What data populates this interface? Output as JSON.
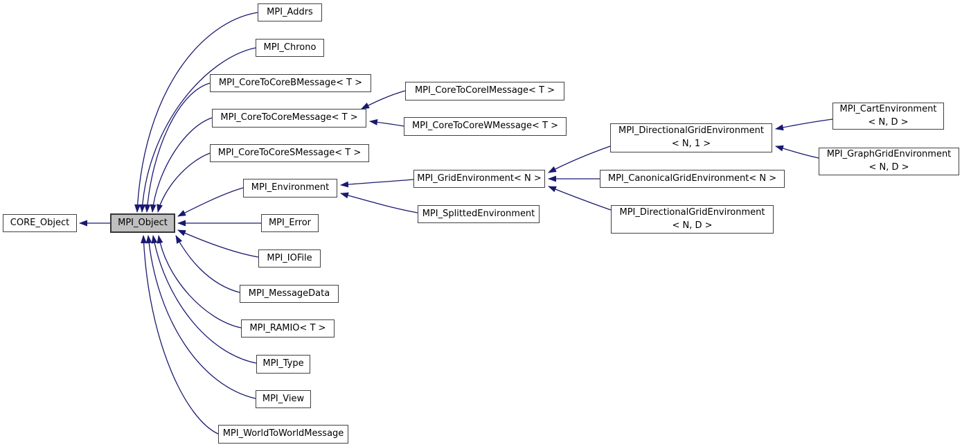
{
  "diagram": {
    "type": "class-inheritance-graph",
    "background_color": "#ffffff",
    "edge_color": "#191970",
    "node_border_color": "#404040",
    "node_fill_color": "#ffffff",
    "highlighted_node_fill_color": "#bfbfbf",
    "text_color": "#000000",
    "nodes": {
      "core_object": {
        "label": "CORE_Object"
      },
      "mpi_object": {
        "label": "MPI_Object",
        "highlighted": true
      },
      "addrs": {
        "label": "MPI_Addrs"
      },
      "chrono": {
        "label": "MPI_Chrono"
      },
      "ctcb": {
        "label": "MPI_CoreToCoreBMessage< T >"
      },
      "ctcm": {
        "label": "MPI_CoreToCoreMessage< T >"
      },
      "ctcs": {
        "label": "MPI_CoreToCoreSMessage< T >"
      },
      "environment": {
        "label": "MPI_Environment"
      },
      "error": {
        "label": "MPI_Error"
      },
      "iofile": {
        "label": "MPI_IOFile"
      },
      "messagedata": {
        "label": "MPI_MessageData"
      },
      "ramio": {
        "label": "MPI_RAMIO< T >"
      },
      "type": {
        "label": "MPI_Type"
      },
      "view": {
        "label": "MPI_View"
      },
      "wtw": {
        "label": "MPI_WorldToWorldMessage"
      },
      "ctci": {
        "label": "MPI_CoreToCoreIMessage< T >"
      },
      "ctcw": {
        "label": "MPI_CoreToCoreWMessage< T >"
      },
      "gridenv": {
        "label": "MPI_GridEnvironment< N >"
      },
      "splittedenv": {
        "label": "MPI_SplittedEnvironment"
      },
      "dirgrid_n1": {
        "label": "MPI_DirectionalGridEnvironment\n< N, 1 >"
      },
      "canonicalgrid": {
        "label": "MPI_CanonicalGridEnvironment< N >"
      },
      "dirgrid_nd": {
        "label": "MPI_DirectionalGridEnvironment\n< N, D >"
      },
      "cartenv": {
        "label": "MPI_CartEnvironment\n< N, D >"
      },
      "graphgrid": {
        "label": "MPI_GraphGridEnvironment\n< N, D >"
      }
    },
    "edges": [
      {
        "from": "MPI_Object",
        "to": "CORE_Object"
      },
      {
        "from": "MPI_Addrs",
        "to": "MPI_Object"
      },
      {
        "from": "MPI_Chrono",
        "to": "MPI_Object"
      },
      {
        "from": "MPI_CoreToCoreBMessage< T >",
        "to": "MPI_Object"
      },
      {
        "from": "MPI_CoreToCoreMessage< T >",
        "to": "MPI_Object"
      },
      {
        "from": "MPI_CoreToCoreSMessage< T >",
        "to": "MPI_Object"
      },
      {
        "from": "MPI_Environment",
        "to": "MPI_Object"
      },
      {
        "from": "MPI_Error",
        "to": "MPI_Object"
      },
      {
        "from": "MPI_IOFile",
        "to": "MPI_Object"
      },
      {
        "from": "MPI_MessageData",
        "to": "MPI_Object"
      },
      {
        "from": "MPI_RAMIO< T >",
        "to": "MPI_Object"
      },
      {
        "from": "MPI_Type",
        "to": "MPI_Object"
      },
      {
        "from": "MPI_View",
        "to": "MPI_Object"
      },
      {
        "from": "MPI_WorldToWorldMessage",
        "to": "MPI_Object"
      },
      {
        "from": "MPI_CoreToCoreIMessage< T >",
        "to": "MPI_CoreToCoreMessage< T >"
      },
      {
        "from": "MPI_CoreToCoreWMessage< T >",
        "to": "MPI_CoreToCoreMessage< T >"
      },
      {
        "from": "MPI_GridEnvironment< N >",
        "to": "MPI_Environment"
      },
      {
        "from": "MPI_SplittedEnvironment",
        "to": "MPI_Environment"
      },
      {
        "from": "MPI_DirectionalGridEnvironment< N, 1 >",
        "to": "MPI_GridEnvironment< N >"
      },
      {
        "from": "MPI_CanonicalGridEnvironment< N >",
        "to": "MPI_GridEnvironment< N >"
      },
      {
        "from": "MPI_DirectionalGridEnvironment< N, D >",
        "to": "MPI_GridEnvironment< N >"
      },
      {
        "from": "MPI_CartEnvironment< N, D >",
        "to": "MPI_DirectionalGridEnvironment< N, 1 >"
      },
      {
        "from": "MPI_GraphGridEnvironment< N, D >",
        "to": "MPI_DirectionalGridEnvironment< N, 1 >"
      }
    ]
  }
}
